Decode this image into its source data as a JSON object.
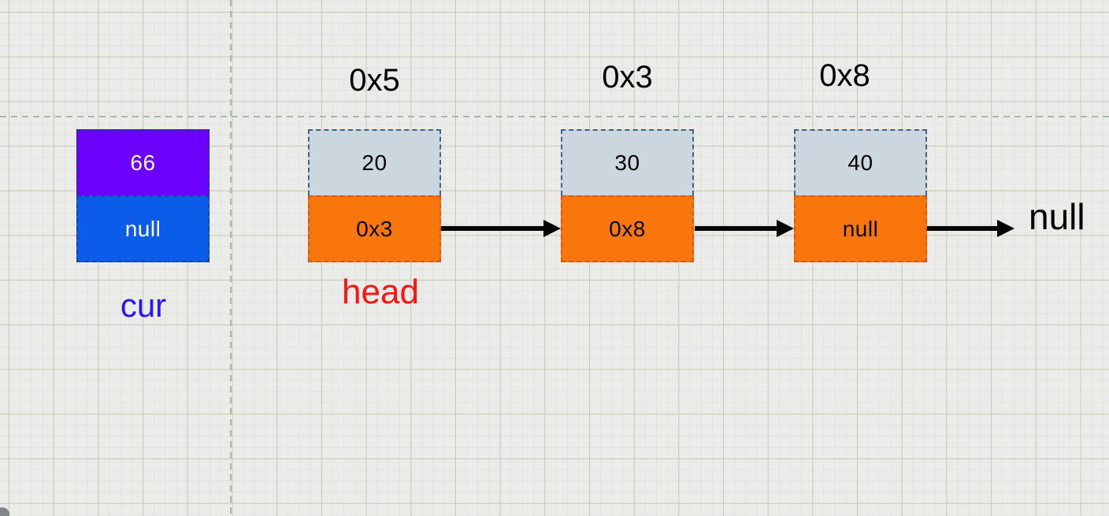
{
  "diagram": {
    "cur_node": {
      "value": "66",
      "next": "null",
      "label": "cur"
    },
    "nodes": [
      {
        "address": "0x5",
        "value": "20",
        "next": "0x3",
        "label": "head"
      },
      {
        "address": "0x3",
        "value": "30",
        "next": "0x8"
      },
      {
        "address": "0x8",
        "value": "40",
        "next": "null"
      }
    ],
    "tail_label": "null"
  },
  "colors": {
    "canvas_bg": "#ebebe9",
    "grid_major": "#c8c8b5",
    "grid_minor": "#e3e3dc",
    "guide_dash": "#a7b7a9",
    "cur_value_bg": "#6b00fb",
    "cur_next_bg": "#0b5ce8",
    "node_value_bg": "#ccd6de",
    "node_next_bg": "#f8760b",
    "arrow": "#000000",
    "head_label": "#fb1512",
    "cur_label": "#2517ee",
    "tail_label": "#000000"
  }
}
